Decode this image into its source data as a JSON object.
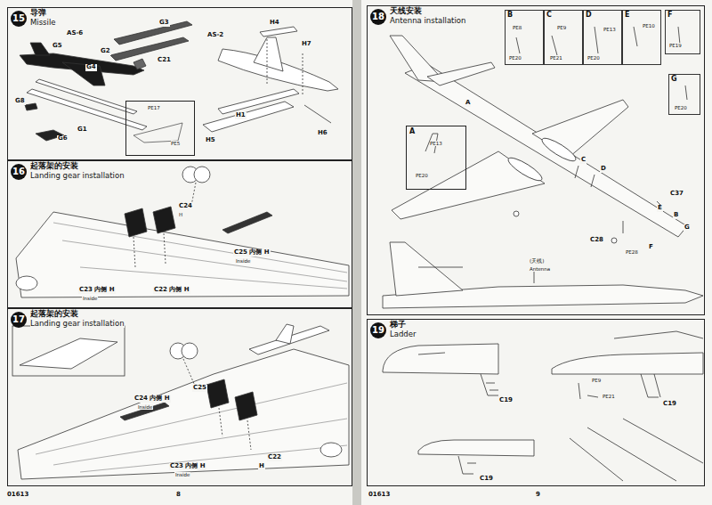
{
  "diagram": {
    "nodes": [
      {
        "text": [
          "15",
          "导弹",
          "Missile"
        ]
      },
      {
        "text": [
          "PE17",
          "PE5"
        ],
        "in": 0
      },
      {
        "text": [
          "16",
          "起落架的安装",
          "Landing gear installation"
        ]
      },
      {
        "text": [
          "17",
          "起落架的安装",
          "Landing gear installation"
        ]
      },
      {
        "text": [
          "18",
          "天线安装",
          "Antenna installation"
        ]
      },
      {
        "text": [
          "B",
          "PE8",
          "PE20"
        ],
        "in": 4
      },
      {
        "text": [
          "C",
          "PE9",
          "PE21"
        ],
        "in": 4
      },
      {
        "text": [
          "D",
          "PE13",
          "PE20"
        ],
        "in": 4
      },
      {
        "text": [
          "E",
          "PE10"
        ],
        "in": 4
      },
      {
        "text": [
          "F",
          "PE19"
        ],
        "in": 4
      },
      {
        "text": [
          "G",
          "PE20"
        ],
        "in": 4
      },
      {
        "text": [
          "A",
          "PE13",
          "PE20"
        ],
        "in": 4
      },
      {
        "text": [
          "19",
          "梯子",
          "Ladder"
        ]
      }
    ],
    "labels": [
      "AS-6",
      "G5",
      "G4",
      "G8",
      "G1",
      "G6",
      "G3",
      "G2",
      "C21",
      "AS-2",
      "H4",
      "H7",
      "H1",
      "H5",
      "H6",
      "C24",
      "H",
      "C25 内侧 H",
      "Inside",
      "C23 内侧 H",
      "Inside",
      "C22 内侧 H",
      "C24 内侧 H",
      "Inside",
      "C25",
      "C23 内侧 H",
      "Inside",
      "C22",
      "H",
      "A",
      "C",
      "D",
      "C37",
      "E",
      "B",
      "G",
      "C28",
      "PE28",
      "F",
      "(天线)",
      "Antenna",
      "C19",
      "C19",
      "C19",
      "PE9",
      "PE21",
      "01613",
      "8",
      "01613",
      "9"
    ]
  }
}
